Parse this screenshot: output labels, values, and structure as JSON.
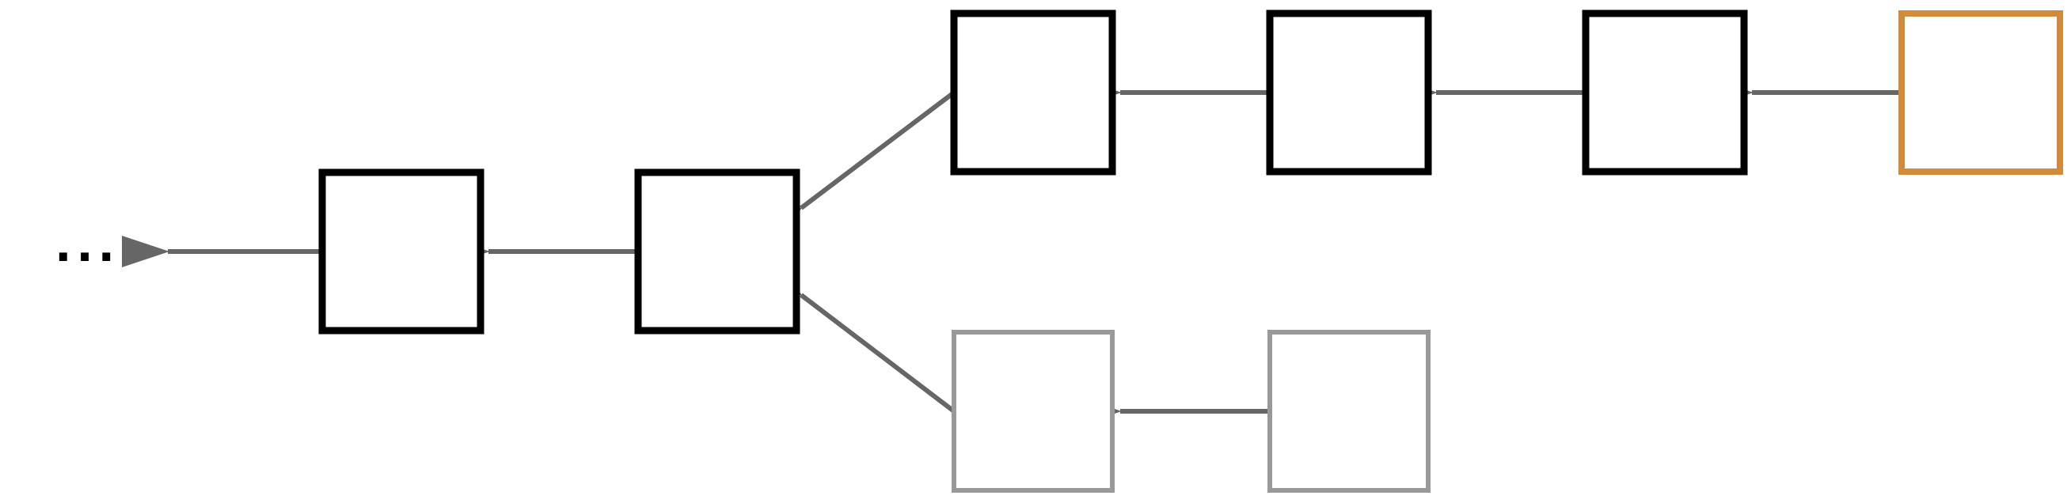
{
  "diagram": {
    "ellipsis": "...",
    "colors": {
      "main_block_stroke": "#000000",
      "stale_block_stroke": "#999999",
      "tip_block_stroke": "#d18b3a",
      "arrow": "#666666",
      "background": "#ffffff"
    },
    "blocks": [
      {
        "id": "main-1",
        "kind": "main"
      },
      {
        "id": "main-2",
        "kind": "main"
      },
      {
        "id": "main-3",
        "kind": "main"
      },
      {
        "id": "main-4",
        "kind": "main"
      },
      {
        "id": "main-5",
        "kind": "main"
      },
      {
        "id": "tip",
        "kind": "tip"
      },
      {
        "id": "fork-1",
        "kind": "stale"
      },
      {
        "id": "fork-2",
        "kind": "stale"
      }
    ],
    "links": [
      {
        "from": "main-1",
        "to": "ellipsis"
      },
      {
        "from": "main-2",
        "to": "main-1"
      },
      {
        "from": "main-3",
        "to": "main-2"
      },
      {
        "from": "main-4",
        "to": "main-3"
      },
      {
        "from": "main-5",
        "to": "main-4"
      },
      {
        "from": "tip",
        "to": "main-5"
      },
      {
        "from": "fork-1",
        "to": "main-2"
      },
      {
        "from": "fork-2",
        "to": "fork-1"
      }
    ]
  }
}
